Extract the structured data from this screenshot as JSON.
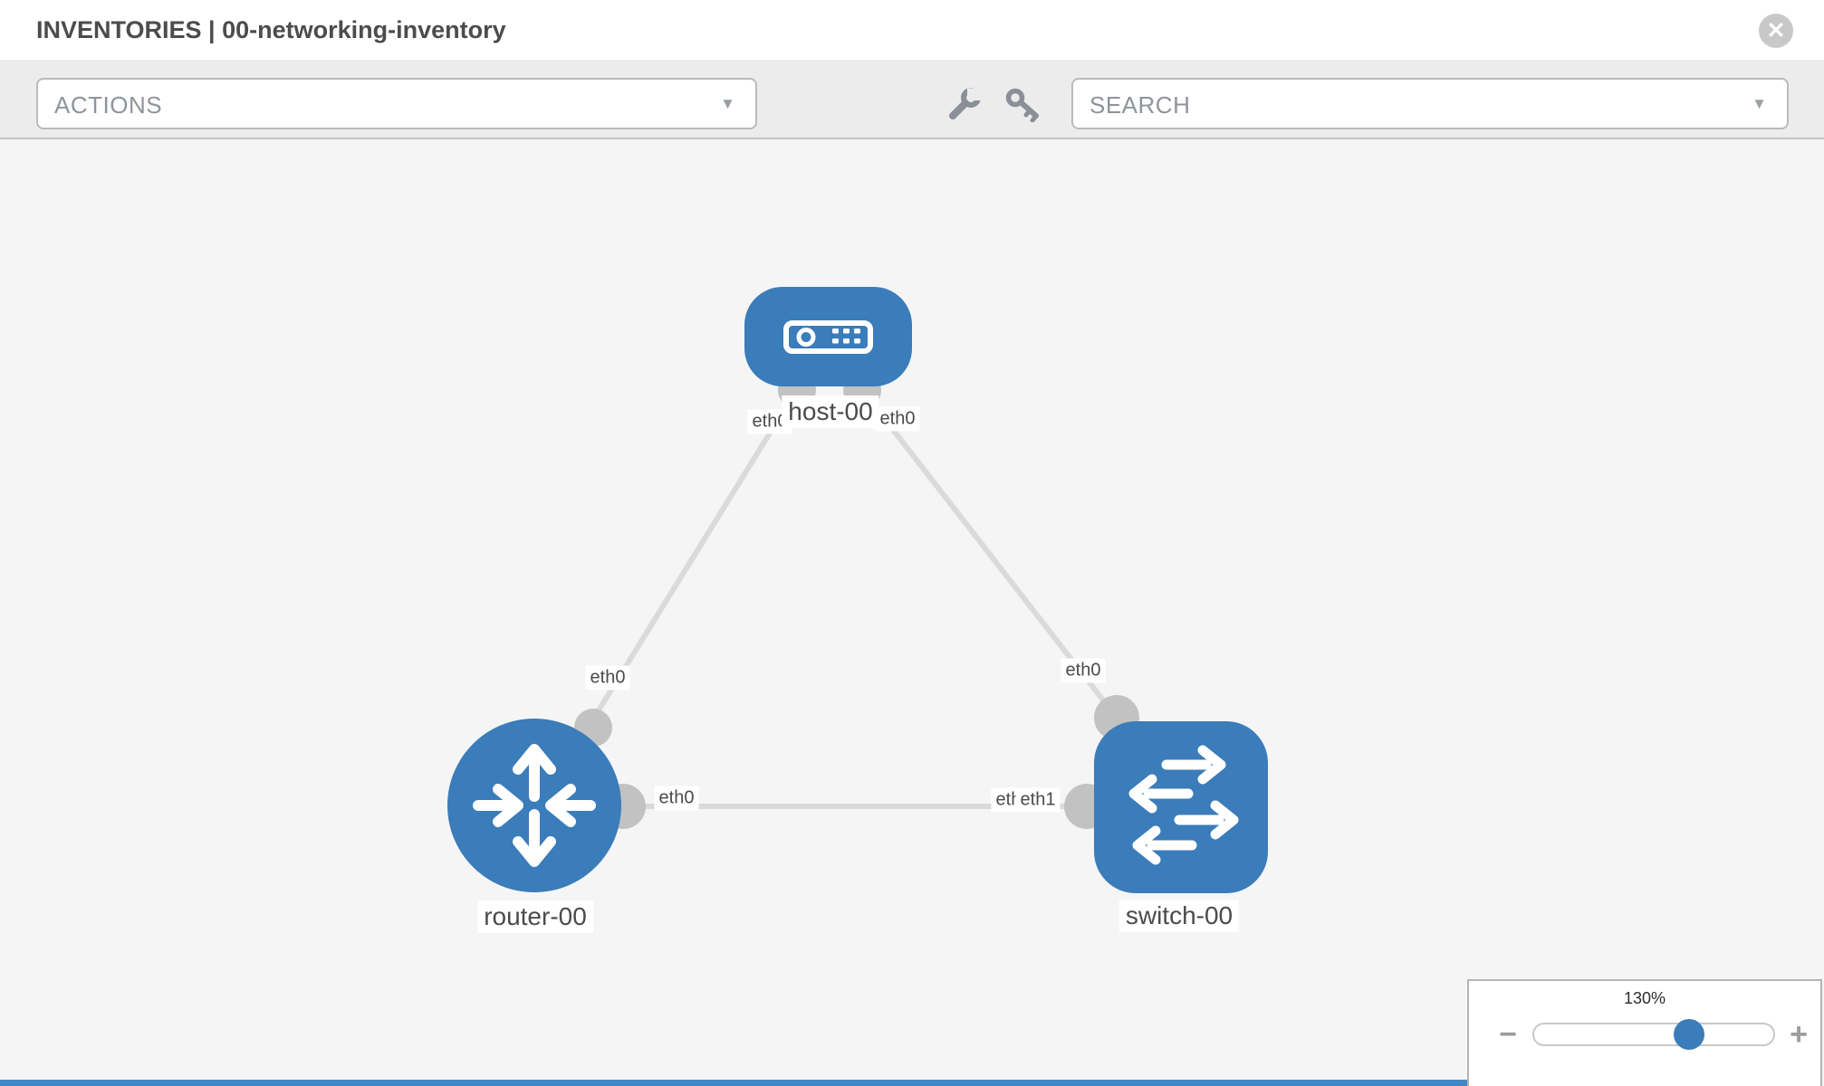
{
  "header": {
    "title": "INVENTORIES | 00-networking-inventory"
  },
  "toolbar": {
    "actions_label": "ACTIONS",
    "search_label": "SEARCH"
  },
  "icons": {
    "chevron_down": "▼",
    "close": "✕",
    "wrench": "wrench",
    "key": "key"
  },
  "topology": {
    "nodes": [
      {
        "name": "host-00",
        "type": "host"
      },
      {
        "name": "router-00",
        "type": "router"
      },
      {
        "name": "switch-00",
        "type": "switch"
      }
    ],
    "links": [
      {
        "from": "host-00",
        "from_interface": "eth0",
        "to": "router-00",
        "to_interface": "eth0"
      },
      {
        "from": "host-00",
        "from_interface": "eth0",
        "to": "switch-00",
        "to_interface": "eth0"
      },
      {
        "from": "router-00",
        "from_interface": "eth0",
        "to": "switch-00",
        "to_interface": "eth1"
      }
    ],
    "interface_chips": [
      "eth0",
      "eth0",
      "eth0",
      "eth0",
      "eth0",
      "eth0",
      "eth1"
    ]
  },
  "zoom_control": {
    "level": "130%",
    "minus_label": "−",
    "plus_label": "+"
  },
  "colors": {
    "node_blue": "#3b7cba",
    "link_gray": "#dadada",
    "connector_gray": "#c2c2c2",
    "toolbar_gray": "#ececec",
    "canvas_gray": "#f5f5f6",
    "accent_bar_blue": "#4288c8"
  }
}
